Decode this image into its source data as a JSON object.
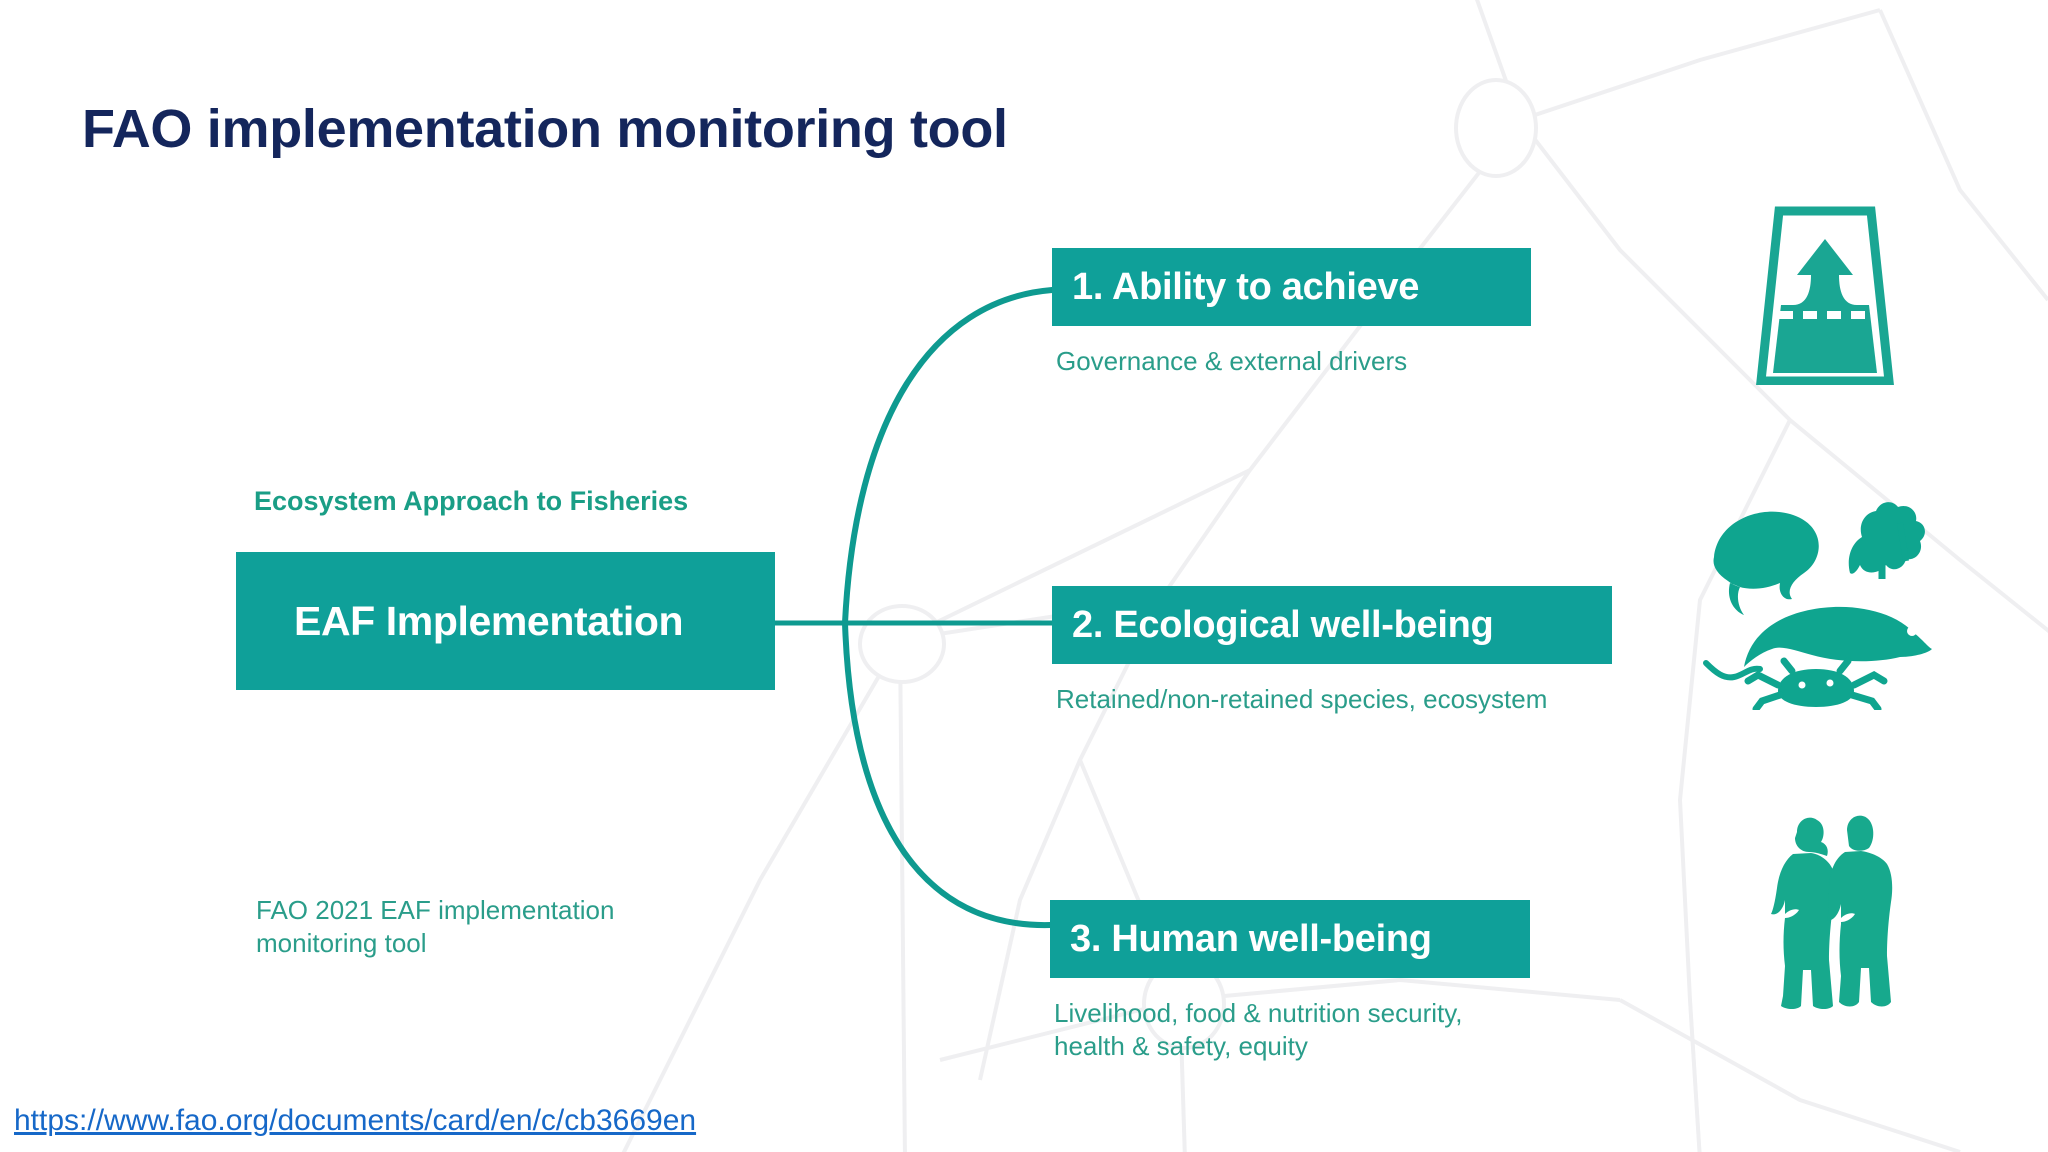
{
  "slide": {
    "title": "FAO implementation monitoring tool",
    "background_color": "#ffffff",
    "accent_color": "#0fa099",
    "title_color": "#14265c",
    "desc_color": "#2a9d8a",
    "link_color": "#1668c8"
  },
  "center": {
    "caption": "Ecosystem Approach to Fisheries",
    "box_label": "EAF Implementation",
    "source_note": "FAO 2021 EAF implementation monitoring tool"
  },
  "branches": [
    {
      "label": "1. Ability to achieve",
      "description": "Governance & external drivers",
      "icon": "road-arrow-icon"
    },
    {
      "label": "2. Ecological well-being",
      "description": "Retained/non-retained species, ecosystem",
      "icon": "marine-species-icon"
    },
    {
      "label": "3. Human well-being",
      "description": "Livelihood, food & nutrition security,\nhealth & safety, equity",
      "icon": "two-people-icon"
    }
  ],
  "footer": {
    "url": "https://www.fao.org/documents/card/en/c/cb3669en"
  }
}
